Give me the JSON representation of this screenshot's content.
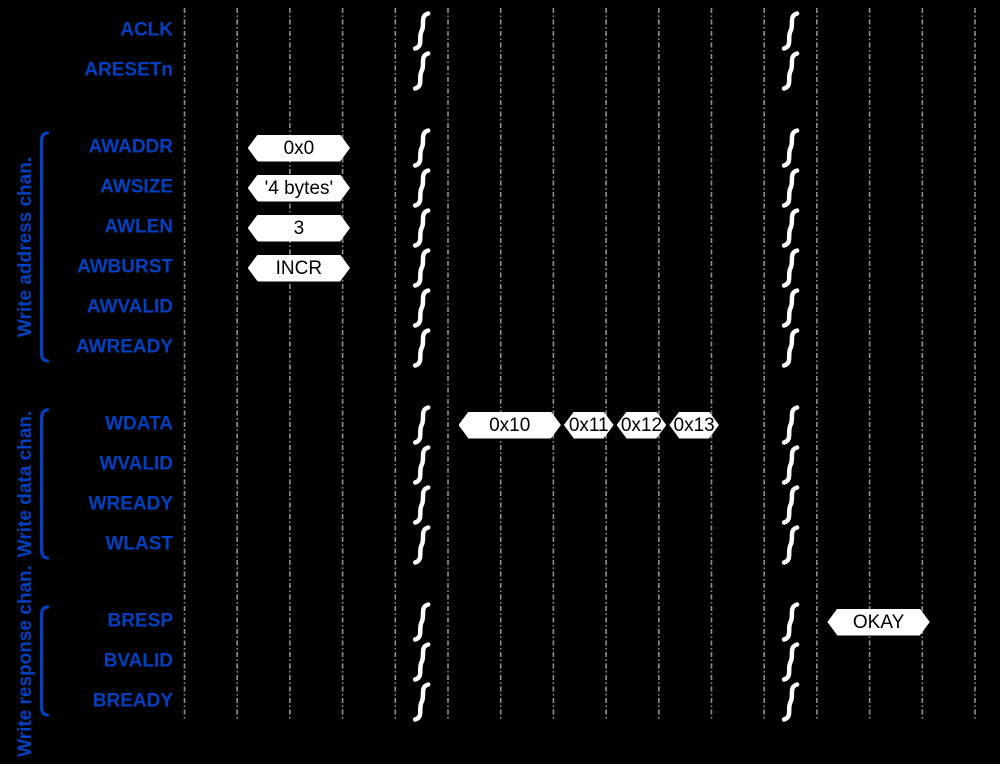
{
  "diagram": {
    "kind": "timing-diagram",
    "colors": {
      "background": "#000000",
      "label": "#0041c4",
      "grid": "#909090",
      "gap_marker": "#ffffff",
      "box_fill": "#ffffff",
      "box_text": "#000000"
    },
    "groups": [
      {
        "label": "Write address chan.",
        "first": 2,
        "last": 7
      },
      {
        "label": "Write data chan.",
        "first": 8,
        "last": 11
      },
      {
        "label": "Write response chan.",
        "first": 12,
        "last": 14
      }
    ],
    "signals": [
      {
        "name": "ACLK",
        "values": [],
        "spacer_after": false
      },
      {
        "name": "ARESETn",
        "values": [],
        "spacer_after": true
      },
      {
        "name": "AWADDR",
        "values": [
          {
            "label": "0x0",
            "start": 1,
            "span": 2
          }
        ],
        "spacer_after": false
      },
      {
        "name": "AWSIZE",
        "values": [
          {
            "label": "'4 bytes'",
            "start": 1,
            "span": 2
          }
        ],
        "spacer_after": false
      },
      {
        "name": "AWLEN",
        "values": [
          {
            "label": "3",
            "start": 1,
            "span": 2
          }
        ],
        "spacer_after": false
      },
      {
        "name": "AWBURST",
        "values": [
          {
            "label": "INCR",
            "start": 1,
            "span": 2
          }
        ],
        "spacer_after": false
      },
      {
        "name": "AWVALID",
        "values": [],
        "spacer_after": false
      },
      {
        "name": "AWREADY",
        "values": [],
        "spacer_after": true
      },
      {
        "name": "WDATA",
        "values": [
          {
            "label": "0x10",
            "start": 5,
            "span": 2
          },
          {
            "label": "0x11",
            "start": 7,
            "span": 1
          },
          {
            "label": "0x12",
            "start": 8,
            "span": 1
          },
          {
            "label": "0x13",
            "start": 9,
            "span": 1
          }
        ],
        "spacer_after": false
      },
      {
        "name": "WVALID",
        "values": [],
        "spacer_after": false
      },
      {
        "name": "WREADY",
        "values": [],
        "spacer_after": false
      },
      {
        "name": "WLAST",
        "values": [],
        "spacer_after": true
      },
      {
        "name": "BRESP",
        "values": [
          {
            "label": "OKAY",
            "start": 12,
            "span": 2
          }
        ],
        "spacer_after": false
      },
      {
        "name": "BVALID",
        "values": [],
        "spacer_after": false
      },
      {
        "name": "BREADY",
        "values": [],
        "spacer_after": false
      }
    ],
    "time_breaks": {
      "cells": [
        4.5,
        11.5
      ]
    },
    "grid": {
      "num_lines": 16
    }
  }
}
